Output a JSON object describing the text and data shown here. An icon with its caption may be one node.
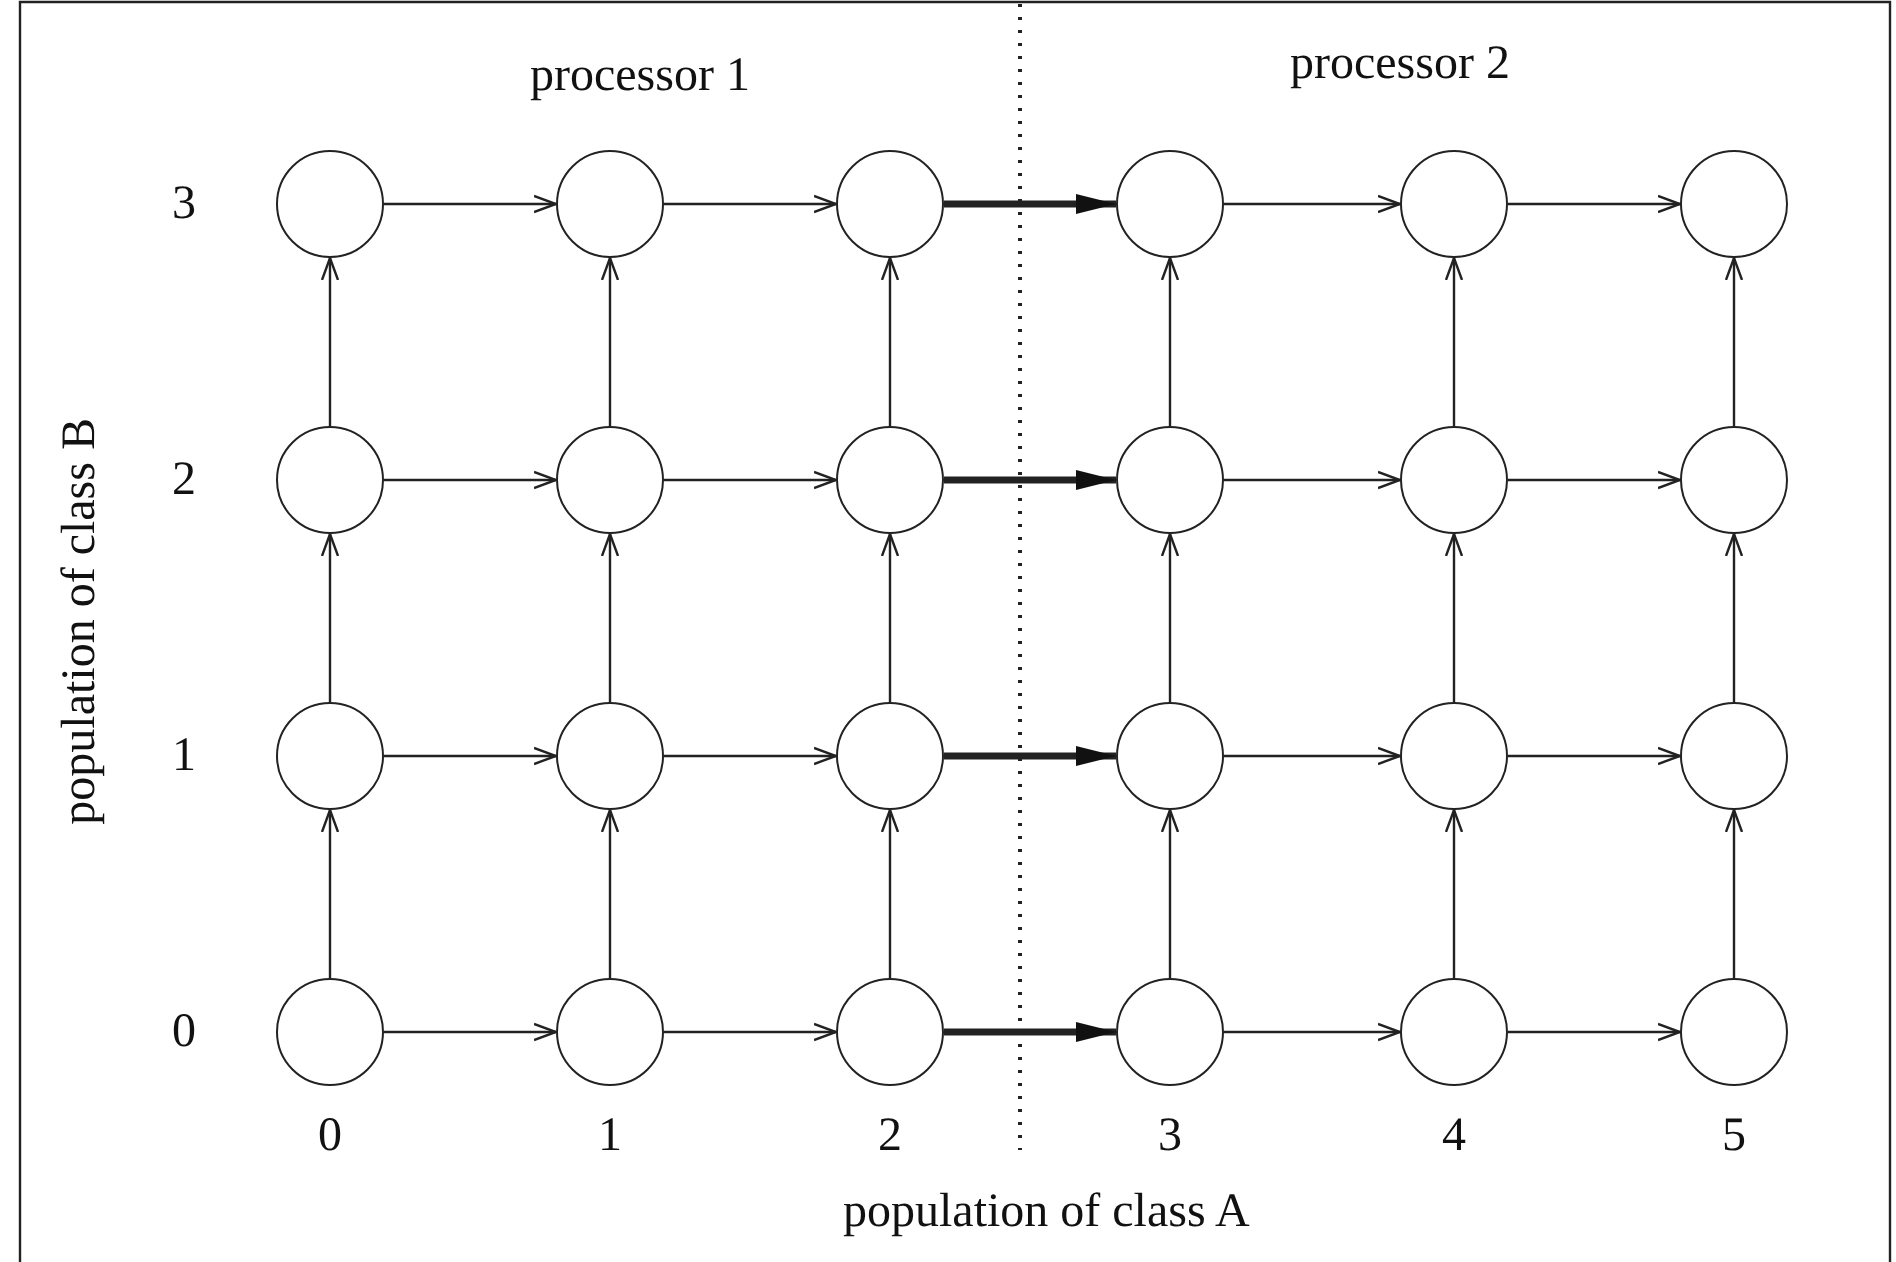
{
  "diagram": {
    "nodes": [
      {
        "text": [],
        "shape": "circle"
      },
      {
        "text": [],
        "shape": "circle"
      },
      {
        "text": [],
        "shape": "circle"
      },
      {
        "text": [],
        "shape": "circle"
      },
      {
        "text": [],
        "shape": "circle"
      },
      {
        "text": [],
        "shape": "circle"
      },
      {
        "text": [],
        "shape": "circle"
      },
      {
        "text": [],
        "shape": "circle"
      },
      {
        "text": [],
        "shape": "circle"
      },
      {
        "text": [],
        "shape": "circle"
      },
      {
        "text": [],
        "shape": "circle"
      },
      {
        "text": [],
        "shape": "circle"
      },
      {
        "text": [],
        "shape": "circle"
      },
      {
        "text": [],
        "shape": "circle"
      },
      {
        "text": [],
        "shape": "circle"
      },
      {
        "text": [],
        "shape": "circle"
      },
      {
        "text": [],
        "shape": "circle"
      },
      {
        "text": [],
        "shape": "circle"
      },
      {
        "text": [],
        "shape": "circle"
      },
      {
        "text": [],
        "shape": "circle"
      },
      {
        "text": [],
        "shape": "circle"
      },
      {
        "text": [],
        "shape": "circle"
      },
      {
        "text": [],
        "shape": "circle"
      },
      {
        "text": [],
        "shape": "circle"
      }
    ],
    "edges": [
      {
        "from": 0,
        "to": 1,
        "arrow": "to"
      },
      {
        "from": 1,
        "to": 2,
        "arrow": "to"
      },
      {
        "from": 2,
        "to": 3,
        "arrow": "to",
        "style": "thick"
      },
      {
        "from": 3,
        "to": 4,
        "arrow": "to"
      },
      {
        "from": 4,
        "to": 5,
        "arrow": "to"
      },
      {
        "from": 6,
        "to": 7,
        "arrow": "to"
      },
      {
        "from": 7,
        "to": 8,
        "arrow": "to"
      },
      {
        "from": 8,
        "to": 9,
        "arrow": "to",
        "style": "thick"
      },
      {
        "from": 9,
        "to": 10,
        "arrow": "to"
      },
      {
        "from": 10,
        "to": 11,
        "arrow": "to"
      },
      {
        "from": 12,
        "to": 13,
        "arrow": "to"
      },
      {
        "from": 13,
        "to": 14,
        "arrow": "to"
      },
      {
        "from": 14,
        "to": 15,
        "arrow": "to",
        "style": "thick"
      },
      {
        "from": 15,
        "to": 16,
        "arrow": "to"
      },
      {
        "from": 16,
        "to": 17,
        "arrow": "to"
      },
      {
        "from": 18,
        "to": 19,
        "arrow": "to"
      },
      {
        "from": 19,
        "to": 20,
        "arrow": "to"
      },
      {
        "from": 20,
        "to": 21,
        "arrow": "to",
        "style": "thick"
      },
      {
        "from": 21,
        "to": 22,
        "arrow": "to"
      },
      {
        "from": 22,
        "to": 23,
        "arrow": "to"
      },
      {
        "from": 6,
        "to": 0,
        "arrow": "to"
      },
      {
        "from": 7,
        "to": 1,
        "arrow": "to"
      },
      {
        "from": 8,
        "to": 2,
        "arrow": "to"
      },
      {
        "from": 9,
        "to": 3,
        "arrow": "to"
      },
      {
        "from": 10,
        "to": 4,
        "arrow": "to"
      },
      {
        "from": 11,
        "to": 5,
        "arrow": "to"
      },
      {
        "from": 12,
        "to": 6,
        "arrow": "to"
      },
      {
        "from": 13,
        "to": 7,
        "arrow": "to"
      },
      {
        "from": 14,
        "to": 8,
        "arrow": "to"
      },
      {
        "from": 15,
        "to": 9,
        "arrow": "to"
      },
      {
        "from": 16,
        "to": 10,
        "arrow": "to"
      },
      {
        "from": 17,
        "to": 11,
        "arrow": "to"
      },
      {
        "from": 18,
        "to": 12,
        "arrow": "to"
      },
      {
        "from": 19,
        "to": 13,
        "arrow": "to"
      },
      {
        "from": 20,
        "to": 14,
        "arrow": "to"
      },
      {
        "from": 21,
        "to": 15,
        "arrow": "to"
      },
      {
        "from": 22,
        "to": 16,
        "arrow": "to"
      },
      {
        "from": 23,
        "to": 17,
        "arrow": "to"
      }
    ],
    "labels": [
      "processor 1",
      "processor 2",
      "3",
      "2",
      "1",
      "0",
      "population of class B",
      "0",
      "1",
      "2",
      "3",
      "4",
      "5",
      "population of class A"
    ]
  }
}
